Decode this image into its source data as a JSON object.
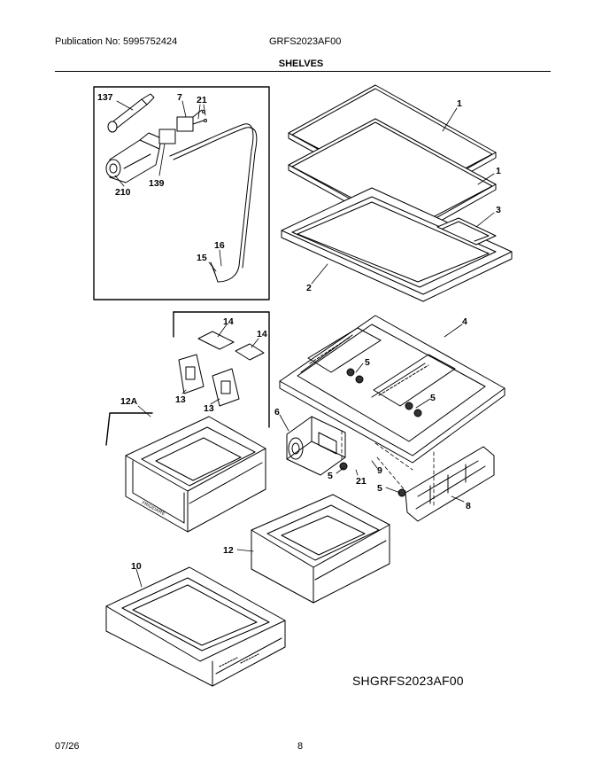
{
  "header": {
    "publication": "Publication No: 5995752424",
    "model": "GRFS2023AF00"
  },
  "section_title": "SHELVES",
  "callouts": {
    "c137": "137",
    "c7": "7",
    "c21a": "21",
    "c210": "210",
    "c139": "139",
    "c16": "16",
    "c15": "15",
    "c1a": "1",
    "c1b": "1",
    "c3": "3",
    "c2": "2",
    "c14a": "14",
    "c14b": "14",
    "c13a": "13",
    "c13b": "13",
    "c12A": "12A",
    "c4": "4",
    "c5a": "5",
    "c5b": "5",
    "c5c": "5",
    "c5d": "5",
    "c6": "6",
    "c9": "9",
    "c21b": "21",
    "c8": "8",
    "c12": "12",
    "c10": "10"
  },
  "footer": {
    "diagram_code": "SHGRFS2023AF00",
    "date": "07/26",
    "page": "8"
  }
}
